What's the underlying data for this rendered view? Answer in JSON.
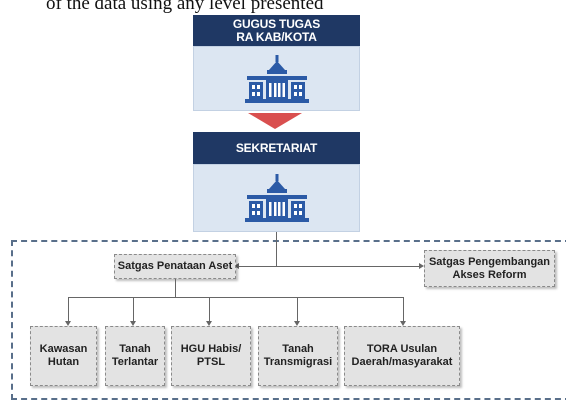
{
  "caption_fragment": "of the data using any level presented",
  "colors": {
    "header": "#1f3864",
    "icon_box": "#dce6f2",
    "arrow": "#d94f4f",
    "node": "#e3e3e3"
  },
  "icons": {
    "building": "government-building-icon"
  },
  "top_block": {
    "title": "GUGUS TUGAS\nRA KAB/KOTA"
  },
  "middle_block": {
    "title": "SEKRETARIAT"
  },
  "main_nodes": {
    "penataan": "Satgas Penataan Aset",
    "pengembangan": "Satgas Pengembangan\nAkses Reform"
  },
  "sub_nodes": [
    "Kawasan\nHutan",
    "Tanah\nTerlantar",
    "HGU Habis/\nPTSL",
    "Tanah\nTransmigrasi",
    "TORA Usulan\nDaerah/masyarakat"
  ]
}
